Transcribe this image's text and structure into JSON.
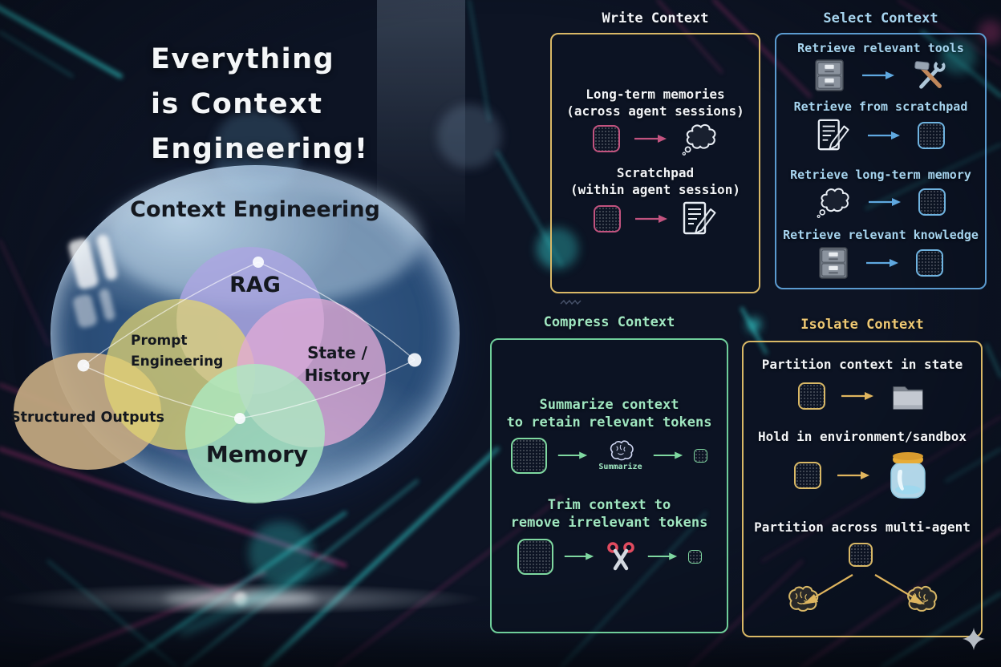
{
  "headline": {
    "lines": [
      "Everything",
      "is Context",
      "Engineering!"
    ]
  },
  "venn": {
    "container_label": "Context Engineering",
    "rag": "RAG",
    "prompt": {
      "line1": "Prompt",
      "line2": "Engineering"
    },
    "state": {
      "line1": "State /",
      "line2": "History"
    },
    "memory": "Memory",
    "structured": "Structured Outputs"
  },
  "panels": {
    "write": {
      "title": "Write Context",
      "accent_color": "#d9b866",
      "text_color": "#f2f4f7",
      "arrow_color": "#c2537f",
      "rows": [
        {
          "line1": "Long-term memories",
          "line2": "(across agent sessions)",
          "icon_left": "context-square-icon",
          "icon_right": "thought-cloud-icon"
        },
        {
          "line1": "Scratchpad",
          "line2": "(within agent session)",
          "icon_left": "context-square-icon",
          "icon_right": "memo-pencil-icon"
        }
      ]
    },
    "select": {
      "title": "Select Context",
      "accent_color": "#5b9bd0",
      "text_color": "#a6d4ef",
      "arrow_color": "#5fa8e0",
      "rows": [
        {
          "label": "Retrieve relevant tools",
          "icon_left": "file-cabinet-icon",
          "icon_right": "hammer-wrench-icon"
        },
        {
          "label": "Retrieve from scratchpad",
          "icon_left": "memo-pencil-icon",
          "icon_right": "context-square-icon"
        },
        {
          "label": "Retrieve long-term memory",
          "icon_left": "thought-cloud-icon",
          "icon_right": "context-square-icon"
        },
        {
          "label": "Retrieve relevant knowledge",
          "icon_left": "file-cabinet-icon",
          "icon_right": "context-square-icon"
        }
      ]
    },
    "compress": {
      "title": "Compress Context",
      "accent_color": "#6fce9a",
      "text_color": "#9fe6c0",
      "arrow_color": "#7fd8a0",
      "summarize_caption": "Summarize",
      "rows": [
        {
          "line1": "Summarize context",
          "line2": "to retain relevant tokens",
          "icon_middle": "brain-icon"
        },
        {
          "line1": "Trim context to",
          "line2": "remove irrelevant tokens",
          "icon_middle": "scissors-icon"
        }
      ]
    },
    "isolate": {
      "title": "Isolate Context",
      "accent_color": "#d9b866",
      "text_color": "#f2f4f7",
      "arrow_color": "#e0b55e",
      "rows": [
        {
          "label": "Partition context in state",
          "icon_left": "context-square-icon",
          "icon_right": "folder-icon"
        },
        {
          "label": "Hold in environment/sandbox",
          "icon_left": "context-square-icon",
          "icon_right": "jar-icon"
        },
        {
          "label": "Partition across multi-agent",
          "icon_top": "context-square-icon",
          "icon_bottom": "brain-icon"
        }
      ]
    }
  },
  "icons": {
    "context-square-icon": "hatched rounded square (context block)",
    "thought-cloud-icon": "thought bubble cloud",
    "memo-pencil-icon": "note page with pencil",
    "file-cabinet-icon": "two-drawer file cabinet",
    "hammer-wrench-icon": "crossed hammer and wrench",
    "brain-icon": "wireframe brain",
    "scissors-icon": "red-handled scissors",
    "folder-icon": "gray file folder",
    "jar-icon": "glass jar with yellow lid",
    "sparkle-icon": "four-point sparkle",
    "arrow-icon": "right arrow connector"
  },
  "background": {
    "base_color": "#0d1424",
    "streak_teal": "#35d6d6",
    "streak_magenta": "#c73b86"
  }
}
